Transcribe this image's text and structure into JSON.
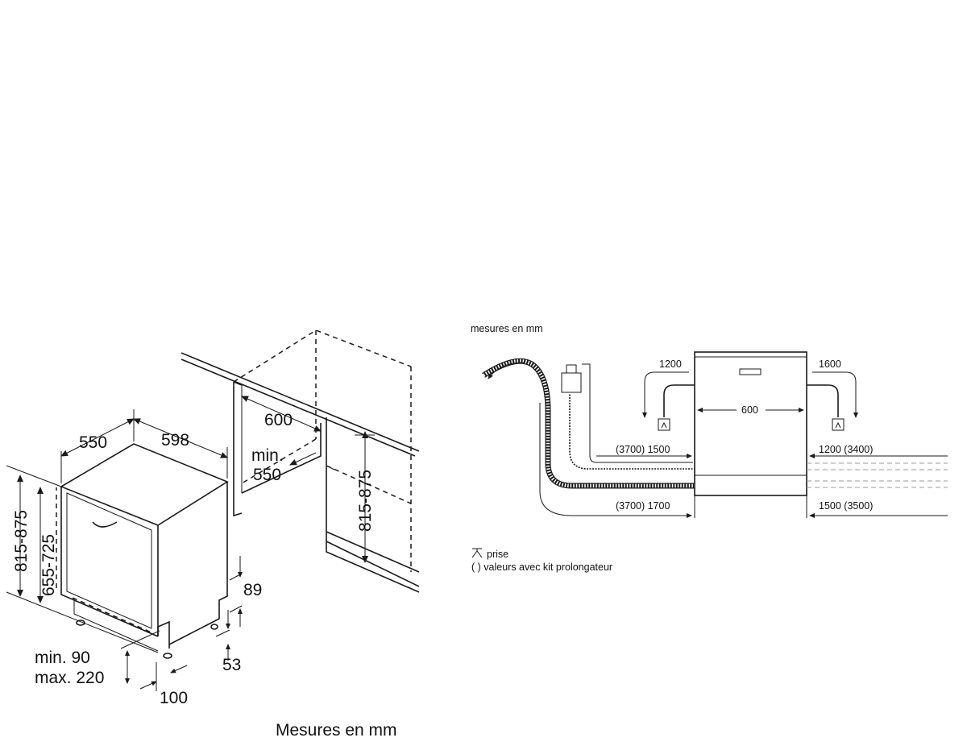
{
  "left_diagram": {
    "dims": {
      "width_598": "598",
      "depth_550": "550",
      "height_815_875": "815-875",
      "front_655_725": "655-725",
      "niche_600": "600",
      "niche_min": "min.",
      "niche_550": "550",
      "niche_815_875": "815-875",
      "plinth_89": "89",
      "plinth_53": "53",
      "plinth_min": "min. 90",
      "plinth_max": "max. 220",
      "plinth_100": "100"
    },
    "caption": "Mesures en mm"
  },
  "right_diagram": {
    "title": "mesures en mm",
    "dims": {
      "left_1200": "1200",
      "right_1600": "1600",
      "width_600": "600",
      "upper_left": "(3700) 1500",
      "upper_right": "1200 (3400)",
      "lower_left": "(3700) 1700",
      "lower_right": "1500 (3500)"
    },
    "legend": {
      "prise": "prise",
      "kit": "( ) valeurs avec kit prolongateur"
    }
  }
}
